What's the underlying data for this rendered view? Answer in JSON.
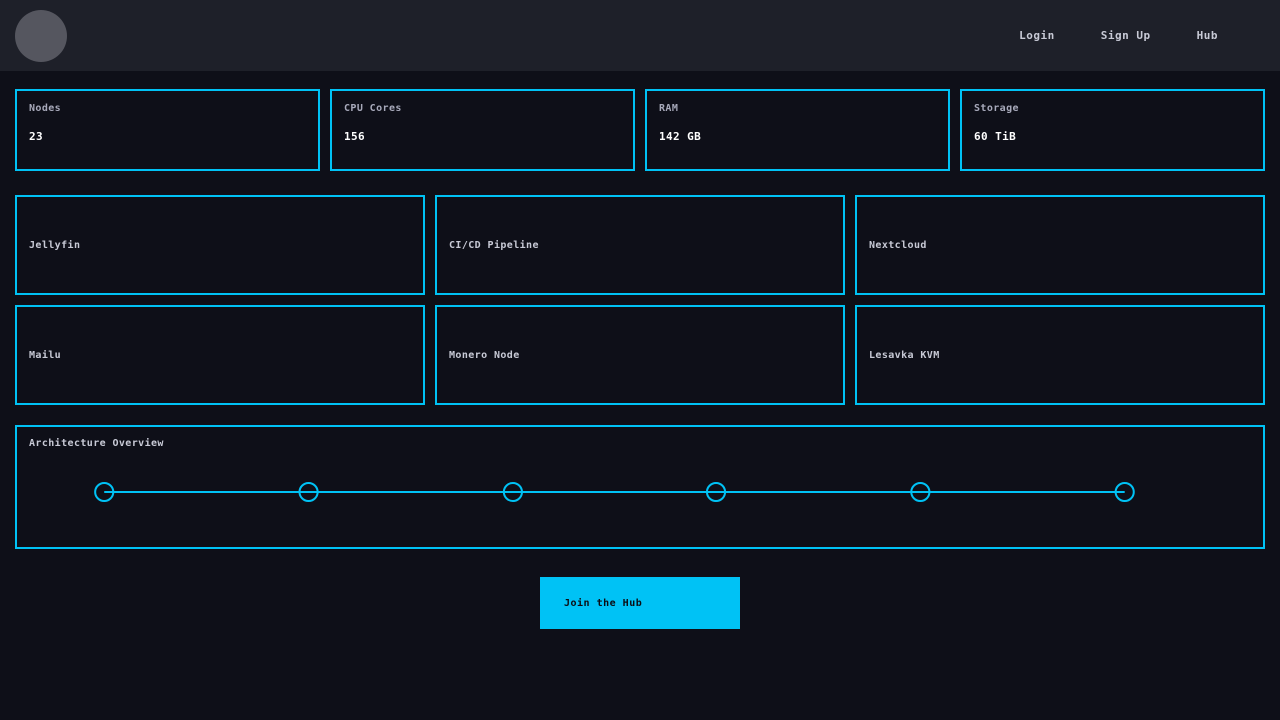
{
  "header": {
    "avatar_icon": "avatar-circle-icon",
    "nav": [
      {
        "label": "Login"
      },
      {
        "label": "Sign Up"
      },
      {
        "label": "Hub"
      }
    ]
  },
  "stats": [
    {
      "label": "Nodes",
      "value": "23"
    },
    {
      "label": "CPU Cores",
      "value": "156"
    },
    {
      "label": "RAM",
      "value": "142 GB"
    },
    {
      "label": "Storage",
      "value": "60 TiB"
    }
  ],
  "services": [
    {
      "label": "Jellyfin"
    },
    {
      "label": "CI/CD Pipeline"
    },
    {
      "label": "Nextcloud"
    },
    {
      "label": "Mailu"
    },
    {
      "label": "Monero Node"
    },
    {
      "label": "Lesavka KVM"
    }
  ],
  "architecture": {
    "title": "Architecture Overview",
    "node_count": 6,
    "node_positions_pct": [
      7.0,
      23.4,
      39.8,
      56.1,
      72.5,
      88.9
    ],
    "node_radius": 9
  },
  "cta": {
    "label": "Join the Hub"
  },
  "colors": {
    "page_bg": "#0e0f18",
    "header_bg": "#1e2029",
    "accent": "#00c2f5",
    "avatar": "#55565f",
    "label_text": "#a8aabb",
    "value_text": "#ffffff",
    "nav_text": "#c8cad6"
  }
}
